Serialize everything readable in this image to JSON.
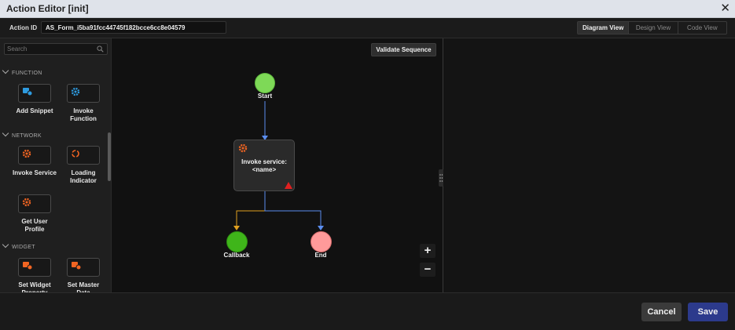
{
  "window": {
    "title": "Action Editor [init]"
  },
  "toolbar": {
    "action_id_label": "Action ID",
    "action_id_value": "AS_Form_i5ba91fcc44745f182bcce6cc8e04579",
    "views": [
      {
        "label": "Diagram View",
        "active": true
      },
      {
        "label": "Design View",
        "active": false
      },
      {
        "label": "Code View",
        "active": false
      }
    ]
  },
  "sidebar": {
    "search_placeholder": "Search",
    "sections": [
      {
        "title": "FUNCTION",
        "items": [
          "Add Snippet",
          "Invoke Function"
        ]
      },
      {
        "title": "NETWORK",
        "items": [
          "Invoke Service",
          "Loading Indicator",
          "Get User Profile"
        ]
      },
      {
        "title": "WIDGET",
        "items": [
          "Set Widget Property",
          "Set Master Data"
        ]
      }
    ]
  },
  "canvas": {
    "validate_label": "Validate Sequence",
    "nodes": {
      "start": "Start",
      "service": "Invoke service: <name>",
      "callback": "Callback",
      "end": "End"
    },
    "zoom_in": "+",
    "zoom_out": "−"
  },
  "colors": {
    "start": "#7ed957",
    "callback": "#3fb51a",
    "end": "#ff9a9a",
    "connector": "#5b8def",
    "branch": "#e0a020",
    "icon_orange": "#f26522",
    "icon_blue": "#2e9be0",
    "warning": "#e02020",
    "save": "#2c3a8c"
  },
  "footer": {
    "cancel_label": "Cancel",
    "save_label": "Save"
  }
}
